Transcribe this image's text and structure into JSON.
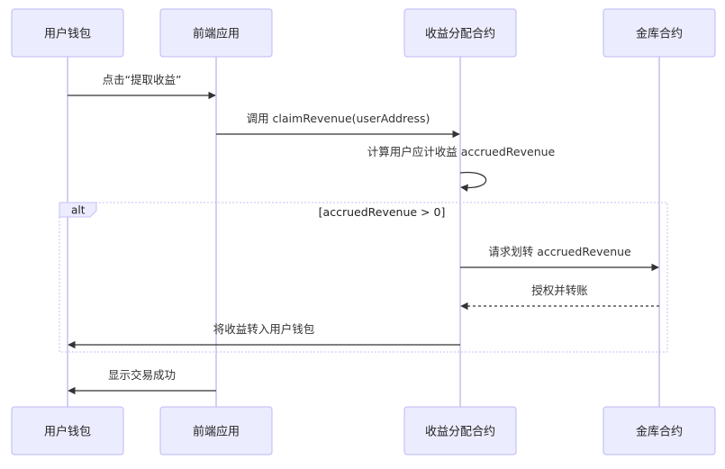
{
  "diagram": {
    "type": "sequence",
    "actors": [
      {
        "id": "wallet",
        "label": "用户钱包"
      },
      {
        "id": "frontend",
        "label": "前端应用"
      },
      {
        "id": "contract",
        "label": "收益分配合约"
      },
      {
        "id": "treasury",
        "label": "金库合约"
      }
    ],
    "messages": [
      {
        "from": "wallet",
        "to": "frontend",
        "label": "点击“提取收益”",
        "style": "solid"
      },
      {
        "from": "frontend",
        "to": "contract",
        "label": "调用 claimRevenue(userAddress)",
        "style": "solid"
      },
      {
        "from": "contract",
        "to": "contract",
        "label": "计算用户应计收益 accruedRevenue",
        "style": "solid"
      },
      {
        "from": "contract",
        "to": "treasury",
        "label": "请求划转 accruedRevenue",
        "style": "solid"
      },
      {
        "from": "treasury",
        "to": "contract",
        "label": "授权并转账",
        "style": "dashed"
      },
      {
        "from": "contract",
        "to": "wallet",
        "label": "将收益转入用户钱包",
        "style": "solid"
      },
      {
        "from": "frontend",
        "to": "wallet",
        "label": "显示交易成功",
        "style": "solid"
      }
    ],
    "fragment": {
      "kind": "alt",
      "condition": "[accruedRevenue > 0]",
      "first_message": 3,
      "last_message": 5
    }
  }
}
